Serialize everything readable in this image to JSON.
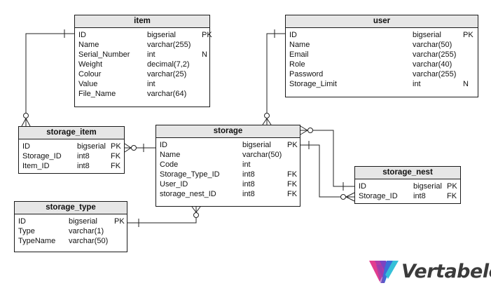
{
  "tables": {
    "item": {
      "title": "item",
      "columns": [
        {
          "name": "ID",
          "type": "bigserial",
          "flag": "PK"
        },
        {
          "name": "Name",
          "type": "varchar(255)",
          "flag": ""
        },
        {
          "name": "Serial_Number",
          "type": "int",
          "flag": "N"
        },
        {
          "name": "Weight",
          "type": "decimal(7,2)",
          "flag": ""
        },
        {
          "name": "Colour",
          "type": "varchar(25)",
          "flag": ""
        },
        {
          "name": "Value",
          "type": "int",
          "flag": ""
        },
        {
          "name": "File_Name",
          "type": "varchar(64)",
          "flag": ""
        }
      ]
    },
    "user": {
      "title": "user",
      "columns": [
        {
          "name": "ID",
          "type": "bigserial",
          "flag": "PK"
        },
        {
          "name": "Name",
          "type": "varchar(50)",
          "flag": ""
        },
        {
          "name": "Email",
          "type": "varchar(255)",
          "flag": ""
        },
        {
          "name": "Role",
          "type": "varchar(40)",
          "flag": ""
        },
        {
          "name": "Password",
          "type": "varchar(255)",
          "flag": ""
        },
        {
          "name": "Storage_Limit",
          "type": "int",
          "flag": "N"
        }
      ]
    },
    "storage_item": {
      "title": "storage_item",
      "columns": [
        {
          "name": "ID",
          "type": "bigserial",
          "flag": "PK"
        },
        {
          "name": "Storage_ID",
          "type": "int8",
          "flag": "FK"
        },
        {
          "name": "Item_ID",
          "type": "int8",
          "flag": "FK"
        }
      ]
    },
    "storage": {
      "title": "storage",
      "columns": [
        {
          "name": "ID",
          "type": "bigserial",
          "flag": "PK"
        },
        {
          "name": "Name",
          "type": "varchar(50)",
          "flag": ""
        },
        {
          "name": "Code",
          "type": "int",
          "flag": ""
        },
        {
          "name": "Storage_Type_ID",
          "type": "int8",
          "flag": "FK"
        },
        {
          "name": "User_ID",
          "type": "int8",
          "flag": "FK"
        },
        {
          "name": "storage_nest_ID",
          "type": "int8",
          "flag": "FK"
        }
      ]
    },
    "storage_nest": {
      "title": "storage_nest",
      "columns": [
        {
          "name": "ID",
          "type": "bigserial",
          "flag": "PK"
        },
        {
          "name": "Storage_ID",
          "type": "int8",
          "flag": "FK"
        }
      ]
    },
    "storage_type": {
      "title": "storage_type",
      "columns": [
        {
          "name": "ID",
          "type": "bigserial",
          "flag": "PK"
        },
        {
          "name": "Type",
          "type": "varchar(1)",
          "flag": ""
        },
        {
          "name": "TypeName",
          "type": "varchar(50)",
          "flag": ""
        }
      ]
    }
  },
  "logo": {
    "text": "Vertabelo",
    "icon": "vertabelo-v-logo-icon",
    "colors": [
      "#e23d8f",
      "#8a3fb5",
      "#3b6fd8",
      "#35c0d8"
    ]
  },
  "relationships": [
    {
      "from": "item",
      "to": "storage_item",
      "kind": "one-to-many"
    },
    {
      "from": "storage",
      "to": "storage_item",
      "kind": "one-to-many"
    },
    {
      "from": "user",
      "to": "storage",
      "kind": "one-to-many"
    },
    {
      "from": "storage_type",
      "to": "storage",
      "kind": "one-to-many"
    },
    {
      "from": "storage",
      "to": "storage_nest",
      "kind": "one-to-many"
    },
    {
      "from": "storage_nest",
      "to": "storage",
      "kind": "one-to-many"
    }
  ]
}
